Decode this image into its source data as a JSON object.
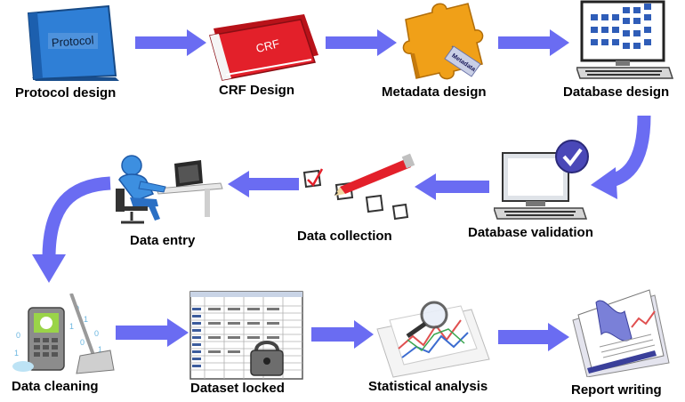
{
  "steps": [
    {
      "label": "Protocol design"
    },
    {
      "label": "CRF Design"
    },
    {
      "label": "Metadata design"
    },
    {
      "label": "Database design"
    },
    {
      "label": "Database validation"
    },
    {
      "label": "Data collection"
    },
    {
      "label": "Data entry"
    },
    {
      "label": "Data cleaning"
    },
    {
      "label": "Dataset locked"
    },
    {
      "label": "Statistical analysis"
    },
    {
      "label": "Report writing"
    }
  ],
  "icon_text": {
    "binder": "Protocol",
    "crf": "CRF",
    "metadata_tag": "Metadata"
  },
  "colors": {
    "arrow": "#6a6cf2",
    "binder_blue": "#2f7fd6",
    "crf_red": "#e3202a",
    "puzzle_orange": "#f0a018"
  }
}
